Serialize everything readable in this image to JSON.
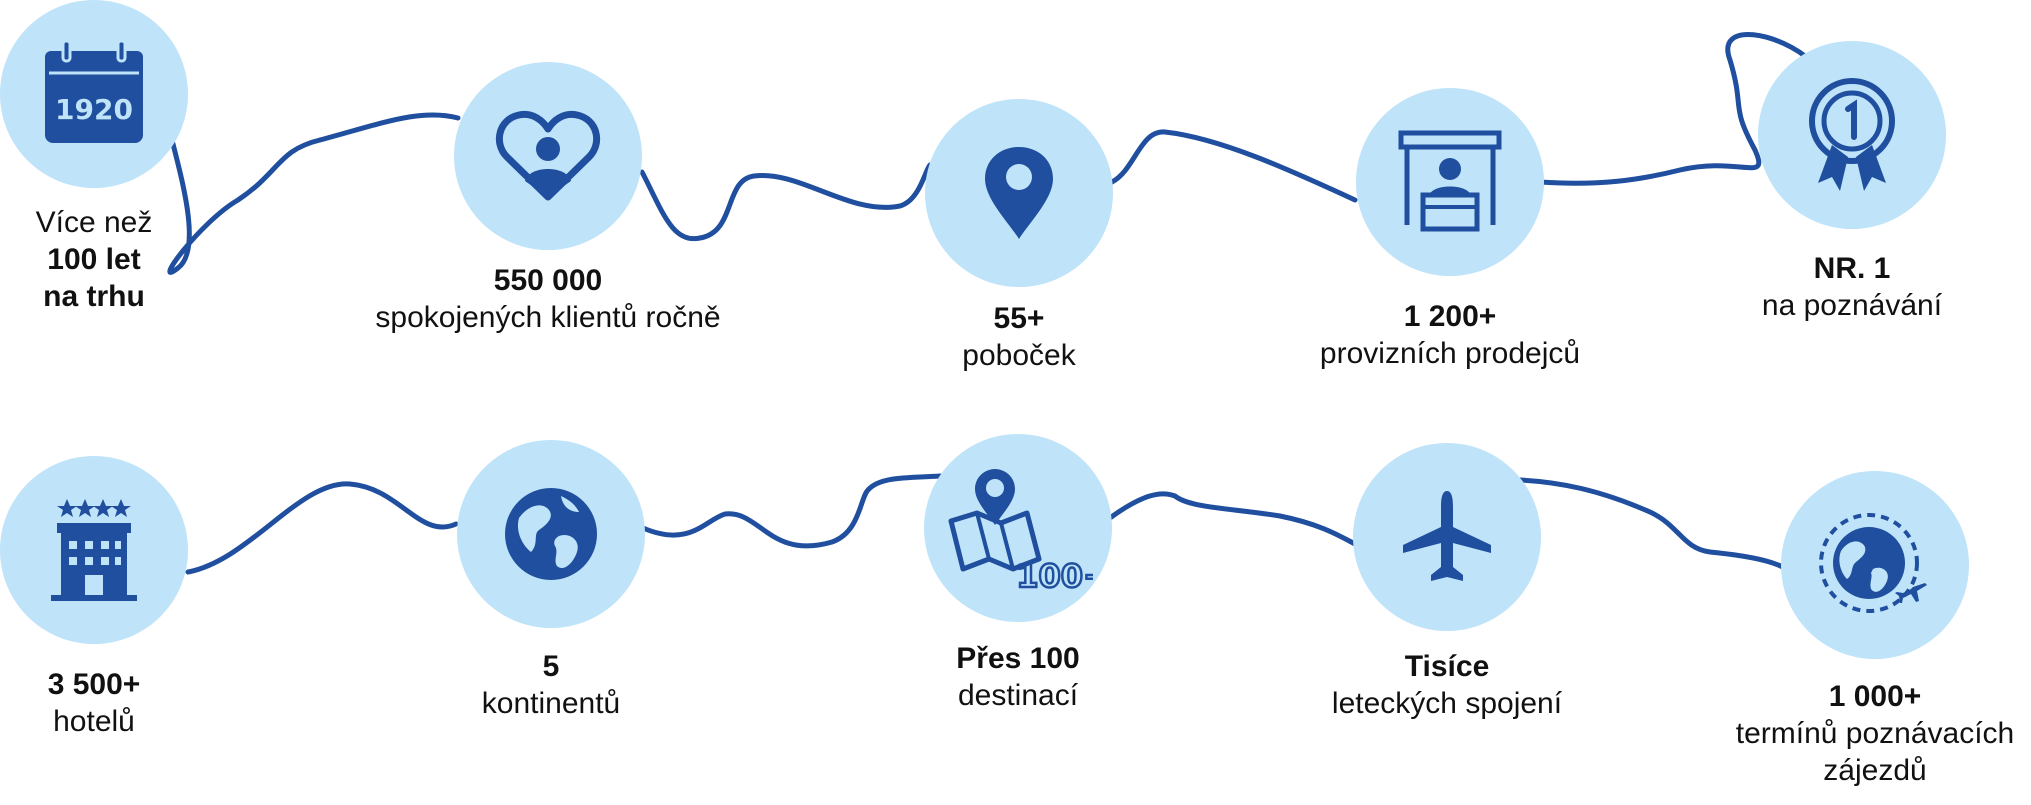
{
  "colors": {
    "circle": "#bfe3f9",
    "accent": "#1f4f9e",
    "text": "#111111"
  },
  "items": [
    {
      "icon": "calendar-icon",
      "icon_text": "1920",
      "lines": [
        {
          "text": "Více než",
          "bold": false
        },
        {
          "text": "100 let",
          "bold": true
        },
        {
          "text": "na trhu",
          "bold": true
        }
      ]
    },
    {
      "icon": "heart-person-icon",
      "lines": [
        {
          "text": "550 000",
          "bold": true
        },
        {
          "text": "spokojených klientů ročně",
          "bold": false
        }
      ]
    },
    {
      "icon": "map-pin-icon",
      "lines": [
        {
          "text": "55+",
          "bold": true
        },
        {
          "text": "poboček",
          "bold": false
        }
      ]
    },
    {
      "icon": "sales-booth-icon",
      "lines": [
        {
          "text": "1 200+",
          "bold": true
        },
        {
          "text": "provizních prodejců",
          "bold": false
        }
      ]
    },
    {
      "icon": "award-medal-icon",
      "lines": [
        {
          "text": "NR. 1",
          "bold": true
        },
        {
          "text": "na poznávání",
          "bold": false
        }
      ]
    },
    {
      "icon": "hotel-icon",
      "lines": [
        {
          "text": "3 500+",
          "bold": true
        },
        {
          "text": "hotelů",
          "bold": false
        }
      ]
    },
    {
      "icon": "globe-icon",
      "lines": [
        {
          "text": "5",
          "bold": true
        },
        {
          "text": "kontinentů",
          "bold": false
        }
      ]
    },
    {
      "icon": "destination-map-icon",
      "icon_text": "100+",
      "lines": [
        {
          "text": "Přes 100",
          "bold": true
        },
        {
          "text": "destinací",
          "bold": false
        }
      ]
    },
    {
      "icon": "airplane-icon",
      "lines": [
        {
          "text": "Tisíce",
          "bold": true
        },
        {
          "text": "leteckých spojení",
          "bold": false
        }
      ]
    },
    {
      "icon": "globe-plane-icon",
      "lines": [
        {
          "text": "1 000+",
          "bold": true
        },
        {
          "text": "termínů poznávacích",
          "bold": false
        },
        {
          "text": "zájezdů",
          "bold": false
        }
      ]
    }
  ]
}
